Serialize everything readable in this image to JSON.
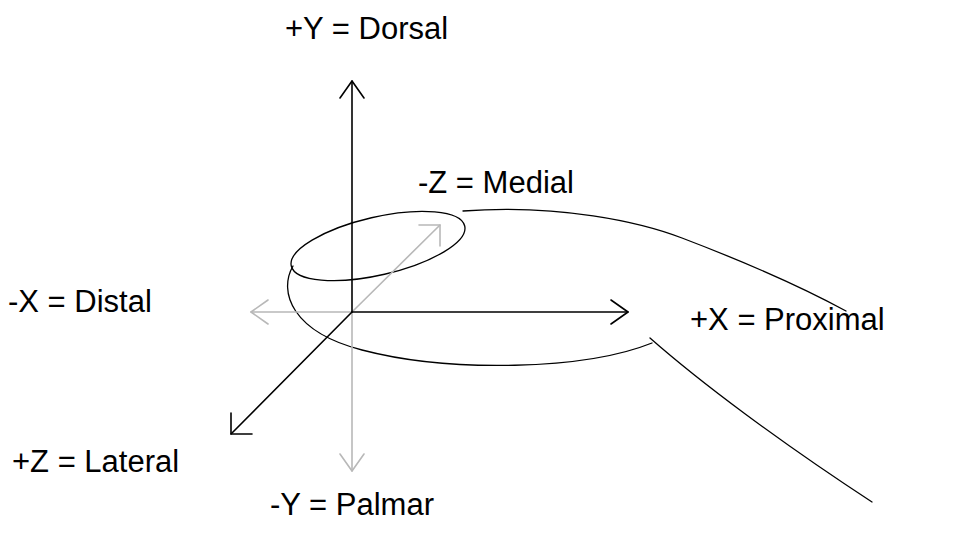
{
  "diagram": {
    "labels": [
      "+Y = Dorsal",
      "-Z = Medial",
      "-X = Distal",
      "+X = Proximal",
      "+Z = Lateral",
      "-Y = Palmar"
    ]
  }
}
